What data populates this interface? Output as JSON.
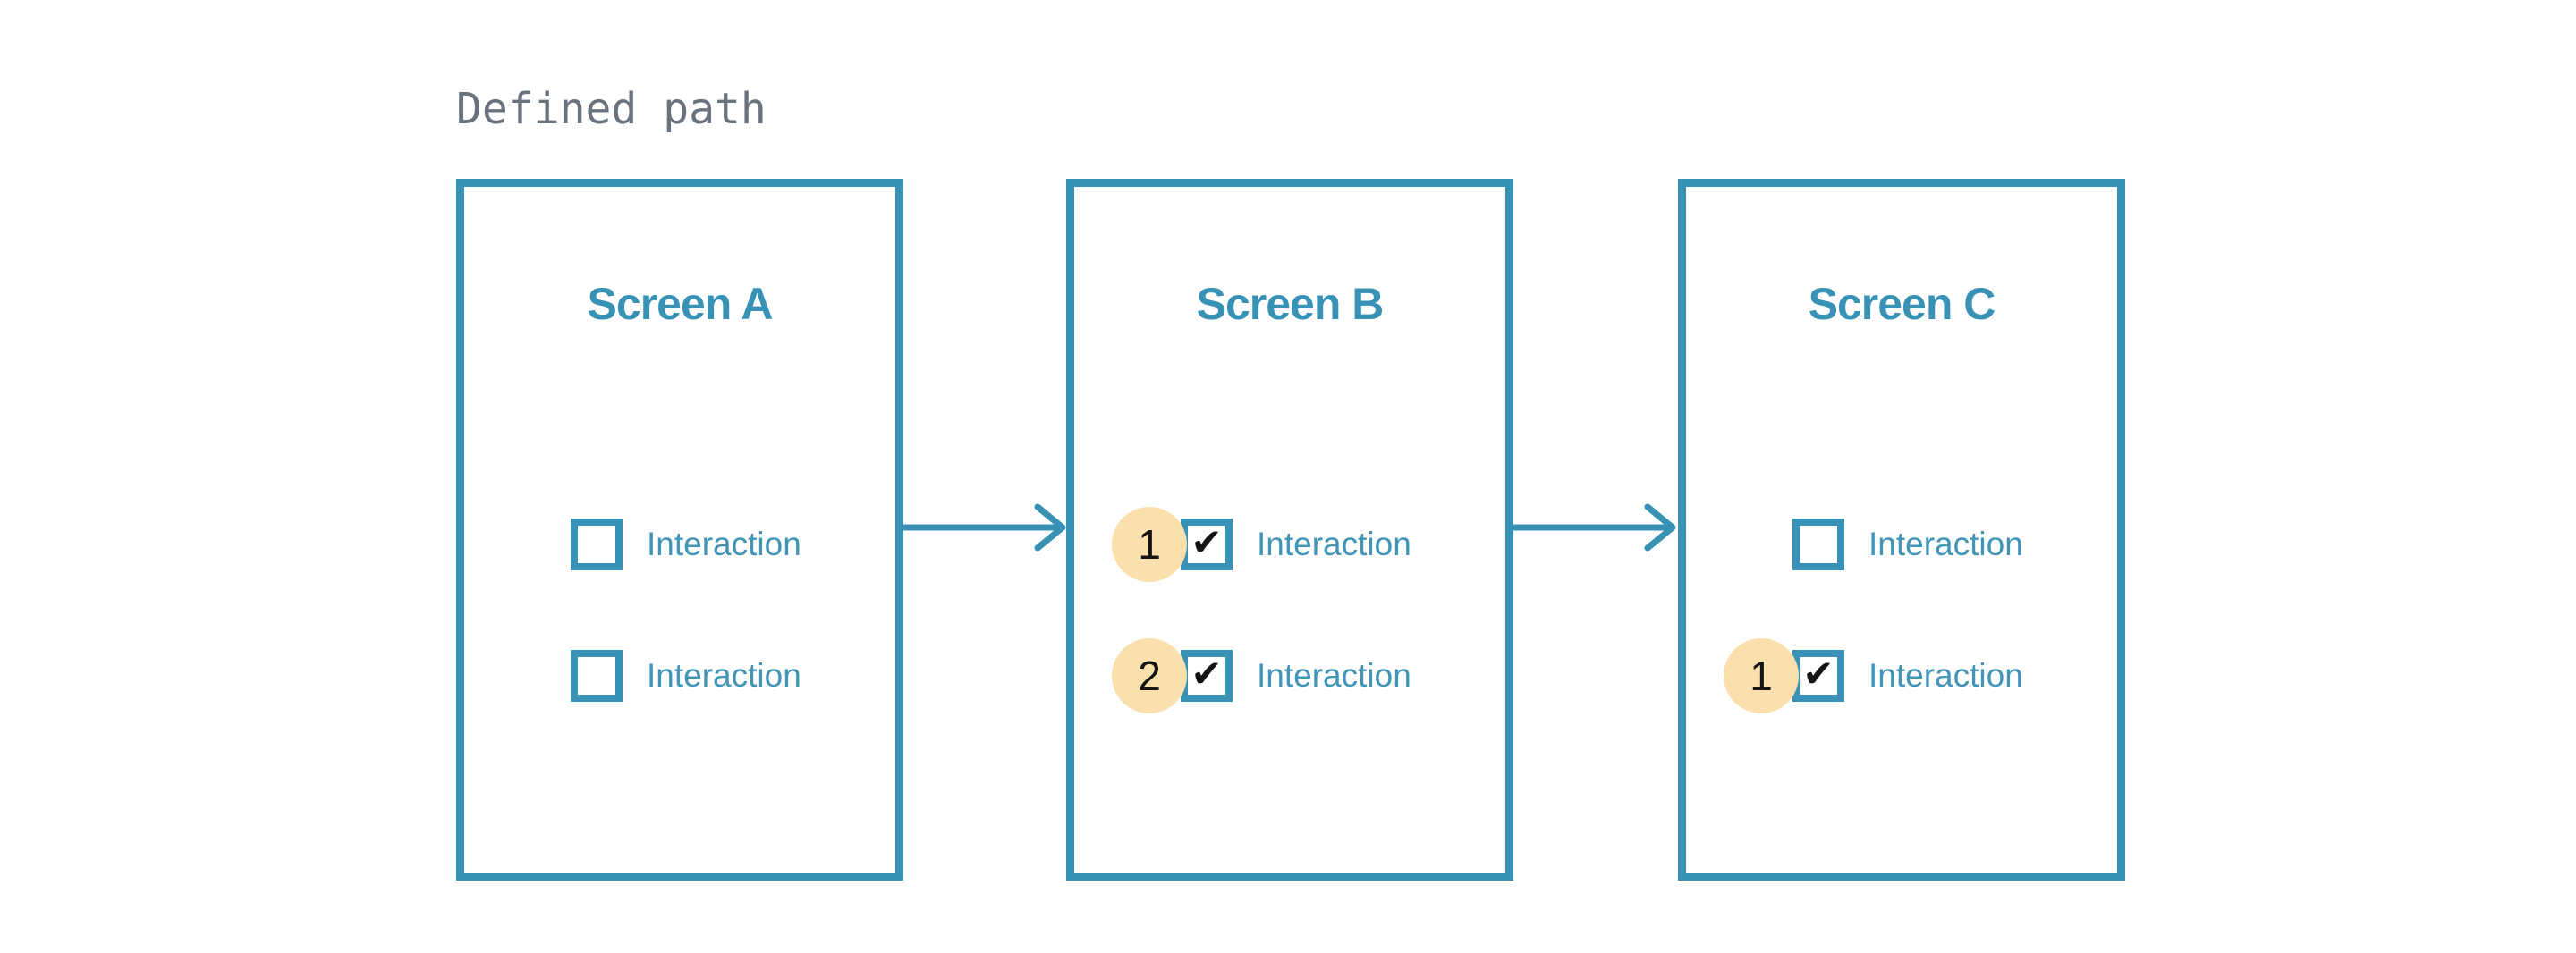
{
  "diagram": {
    "title": "Defined path",
    "type": "flow",
    "connectors": [
      {
        "from": "Screen A",
        "to": "Screen B",
        "direction": "right"
      },
      {
        "from": "Screen B",
        "to": "Screen C",
        "direction": "right"
      }
    ]
  },
  "colors": {
    "accent": "#3892B5",
    "label_text": "#4295B7",
    "badge_fill": "#FBE0AD",
    "ink": "#141414",
    "diagram_title_text": "#6A737D",
    "background": "#FFFFFF"
  },
  "screens": [
    {
      "name": "Screen A",
      "items": [
        {
          "label": "Interaction",
          "checked": false
        },
        {
          "label": "Interaction",
          "checked": false
        }
      ]
    },
    {
      "name": "Screen B",
      "items": [
        {
          "label": "Interaction",
          "checked": true,
          "check": "✔",
          "badge": "1"
        },
        {
          "label": "Interaction",
          "checked": true,
          "check": "✔",
          "badge": "2"
        }
      ]
    },
    {
      "name": "Screen C",
      "items": [
        {
          "label": "Interaction",
          "checked": false
        },
        {
          "label": "Interaction",
          "checked": true,
          "check": "✔",
          "badge": "1"
        }
      ]
    }
  ]
}
